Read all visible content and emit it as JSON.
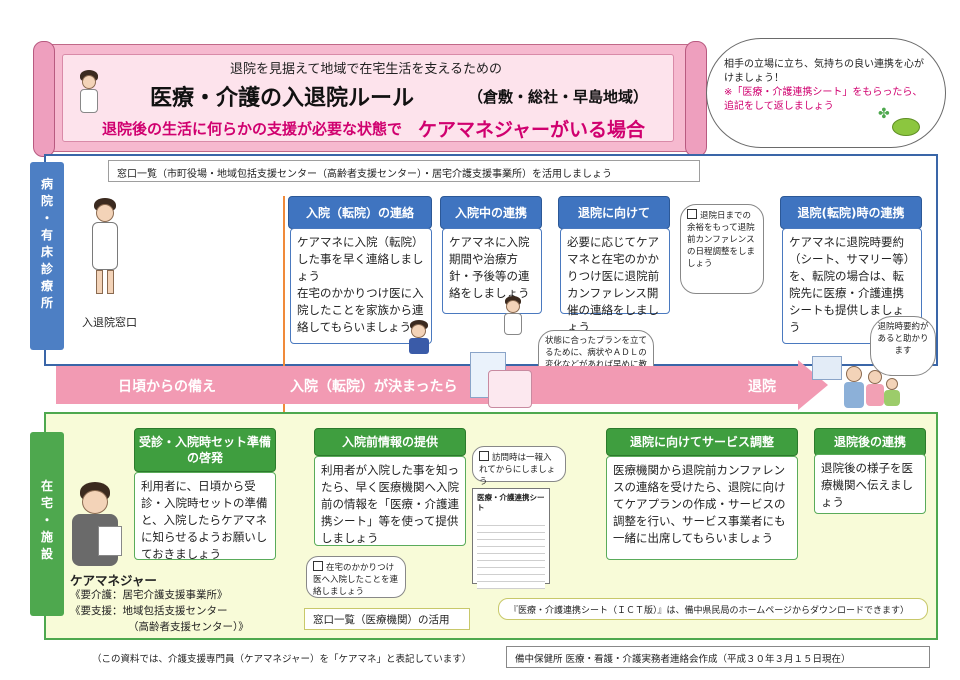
{
  "title": {
    "subtitle": "退院を見据えて地域で在宅生活を支えるための",
    "main": "医療・介護の入退院ルール",
    "region": "（倉敷・総社・早島地域）",
    "condition_prefix": "退院後の生活に何らかの支援が必要な状態で",
    "condition_main": "ケアマネジャーがいる場合"
  },
  "cloud": {
    "line1": "相手の立場に立ち、気持ちの良い連携を心がけましょう！",
    "line2": "※「医療・介護連携シート」をもらったら、追記をして返しましょう"
  },
  "hospital": {
    "side_label": [
      "病",
      "院",
      "・",
      "有",
      "床",
      "診",
      "療",
      "所"
    ],
    "window_line": "窓口一覧（市町役場・地域包括支援センター（高齢者支援センター）・居宅介護支援事業所）を活用しましょう",
    "desk_label": "入退院窓口",
    "boxes": [
      {
        "head": "入院（転院）の連絡",
        "body": "ケアマネに入院（転院）した事を早く連絡しましょう\n在宅のかかりつけ医に入院したことを家族から連絡してもらいましょう"
      },
      {
        "head": "入院中の連携",
        "body": "ケアマネに入院期間や治療方針・予後等の連絡をしましょう"
      },
      {
        "head": "退院に向けて",
        "body": "必要に応じてケアマネと在宅のかかりつけ医に退院前カンファレンス開催の連絡をしましょう"
      },
      {
        "head": "退院(転院)時の連携",
        "body": "ケアマネに退院時要約（シート、サマリー等）を、転院の場合は、転院先に医療・介護連携シートも提供しましょう"
      }
    ],
    "note_date": "退院日までの余裕をもって退院前カンファレンスの日程調整をしましょう",
    "note_adl": "状態に合ったプランを立てるために、病状やＡＤＬの変化などがあれば早めに教えてほしいです。",
    "note_summary": "退院時要約があると助かります"
  },
  "band": {
    "left": "日頃からの備え",
    "middle": "入院（転院）が決まったら",
    "right": "退院"
  },
  "home": {
    "side_label": [
      "在",
      "宅",
      "・",
      "施",
      "設"
    ],
    "boxes": [
      {
        "head": "受診・入院時セット準備の啓発",
        "body": "利用者に、日頃から受診・入院時セットの準備と、入院したらケアマネに知らせるようお願いしておきましょう"
      },
      {
        "head": "入院前情報の提供",
        "body": "利用者が入院した事を知ったら、早く医療機関へ入院前の情報を「医療・介護連携シート」等を使って提供しましょう"
      },
      {
        "head": "退院に向けてサービス調整",
        "body": "医療機関から退院前カンファレンスの連絡を受けたら、退院に向けてケアプランの作成・サービスの調整を行い、サービス事業者にも一緒に出席してもらいましょう"
      },
      {
        "head": "退院後の連携",
        "body": "退院後の様子を医療機関へ伝えましょう"
      }
    ],
    "caremanager_title": "ケアマネジャー",
    "caremanager_line1": "《要介護：居宅介護支援事業所》",
    "caremanager_line2": "《要支援：地域包括支援センター",
    "caremanager_line3": "（高齢者支援センター）》",
    "note_visit": "訪問時は一報入れてからにしましょう",
    "note_doctor": "在宅のかかりつけ医へ入院したことを連絡しましょう",
    "sheet_label": "医療・介護連携シート",
    "window_med": "窓口一覧（医療機関）の活用",
    "ict_note": "『医療・介護連携シート（ＩＣＴ版）』は、備中県民局のホームページからダウンロードできます）"
  },
  "footer": {
    "left": "（この資料では、介護支援専門員（ケアマネジャー）を「ケアマネ」と表記しています）",
    "right": "備中保健所 医療・看護・介護実務者連絡会作成（平成３０年３月１５日現在）"
  },
  "colors": {
    "pink": "#f6b9cf",
    "magenta": "#d0006f",
    "blue": "#3f74c0",
    "green": "#3f9e3f",
    "band": "#f29ab3"
  }
}
